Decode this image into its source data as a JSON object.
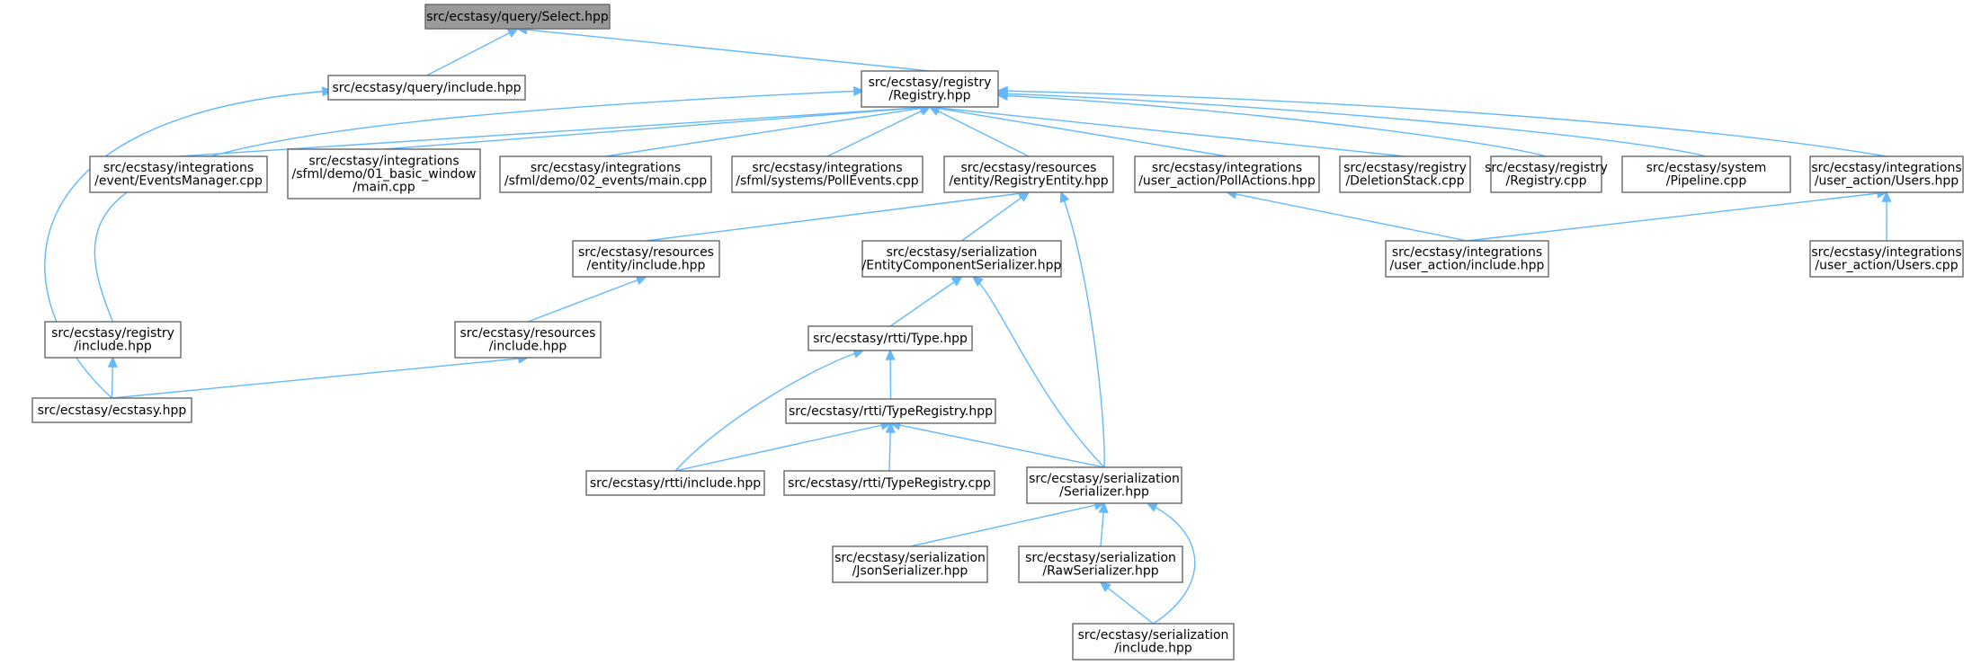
{
  "diagram": {
    "title": "",
    "colors": {
      "edge": "#63b8ff",
      "node_border": "#666666",
      "root_fill": "#999999",
      "node_fill": "#ffffff"
    },
    "nodes": [
      {
        "id": "select",
        "lines": [
          "src/ecstasy/query/Select.hpp"
        ],
        "root": true
      },
      {
        "id": "query_include",
        "lines": [
          "src/ecstasy/query/include.hpp"
        ]
      },
      {
        "id": "registry_hpp",
        "lines": [
          "src/ecstasy/registry",
          "/Registry.hpp"
        ]
      },
      {
        "id": "events_manager",
        "lines": [
          "src/ecstasy/integrations",
          "/event/EventsManager.cpp"
        ]
      },
      {
        "id": "basic_window",
        "lines": [
          "src/ecstasy/integrations",
          "/sfml/demo/01_basic_window",
          "/main.cpp"
        ]
      },
      {
        "id": "events_main",
        "lines": [
          "src/ecstasy/integrations",
          "/sfml/demo/02_events/main.cpp"
        ]
      },
      {
        "id": "poll_events",
        "lines": [
          "src/ecstasy/integrations",
          "/sfml/systems/PollEvents.cpp"
        ]
      },
      {
        "id": "registry_entity",
        "lines": [
          "src/ecstasy/resources",
          "/entity/RegistryEntity.hpp"
        ]
      },
      {
        "id": "poll_actions",
        "lines": [
          "src/ecstasy/integrations",
          "/user_action/PollActions.hpp"
        ]
      },
      {
        "id": "deletion_stack",
        "lines": [
          "src/ecstasy/registry",
          "/DeletionStack.cpp"
        ]
      },
      {
        "id": "registry_cpp",
        "lines": [
          "src/ecstasy/registry",
          "/Registry.cpp"
        ]
      },
      {
        "id": "pipeline",
        "lines": [
          "src/ecstasy/system",
          "/Pipeline.cpp"
        ]
      },
      {
        "id": "users_hpp",
        "lines": [
          "src/ecstasy/integrations",
          "/user_action/Users.hpp"
        ]
      },
      {
        "id": "entity_include",
        "lines": [
          "src/ecstasy/resources",
          "/entity/include.hpp"
        ]
      },
      {
        "id": "ecs_serializer",
        "lines": [
          "src/ecstasy/serialization",
          "/EntityComponentSerializer.hpp"
        ]
      },
      {
        "id": "user_action_include",
        "lines": [
          "src/ecstasy/integrations",
          "/user_action/include.hpp"
        ]
      },
      {
        "id": "users_cpp",
        "lines": [
          "src/ecstasy/integrations",
          "/user_action/Users.cpp"
        ]
      },
      {
        "id": "registry_include",
        "lines": [
          "src/ecstasy/registry",
          "/include.hpp"
        ]
      },
      {
        "id": "resources_include",
        "lines": [
          "src/ecstasy/resources",
          "/include.hpp"
        ]
      },
      {
        "id": "type_hpp",
        "lines": [
          "src/ecstasy/rtti/Type.hpp"
        ]
      },
      {
        "id": "ecstasy_hpp",
        "lines": [
          "src/ecstasy/ecstasy.hpp"
        ]
      },
      {
        "id": "type_registry_hpp",
        "lines": [
          "src/ecstasy/rtti/TypeRegistry.hpp"
        ]
      },
      {
        "id": "rtti_include",
        "lines": [
          "src/ecstasy/rtti/include.hpp"
        ]
      },
      {
        "id": "type_registry_cpp",
        "lines": [
          "src/ecstasy/rtti/TypeRegistry.cpp"
        ]
      },
      {
        "id": "serializer_hpp",
        "lines": [
          "src/ecstasy/serialization",
          "/Serializer.hpp"
        ]
      },
      {
        "id": "json_serializer",
        "lines": [
          "src/ecstasy/serialization",
          "/JsonSerializer.hpp"
        ]
      },
      {
        "id": "raw_serializer",
        "lines": [
          "src/ecstasy/serialization",
          "/RawSerializer.hpp"
        ]
      },
      {
        "id": "serialization_include",
        "lines": [
          "src/ecstasy/serialization",
          "/include.hpp"
        ]
      }
    ],
    "edges": [
      [
        "query_include",
        "select"
      ],
      [
        "registry_hpp",
        "select"
      ],
      [
        "ecstasy_hpp",
        "query_include"
      ],
      [
        "events_manager",
        "registry_hpp"
      ],
      [
        "basic_window",
        "registry_hpp"
      ],
      [
        "events_main",
        "registry_hpp"
      ],
      [
        "poll_events",
        "registry_hpp"
      ],
      [
        "registry_entity",
        "registry_hpp"
      ],
      [
        "poll_actions",
        "registry_hpp"
      ],
      [
        "deletion_stack",
        "registry_hpp"
      ],
      [
        "registry_cpp",
        "registry_hpp"
      ],
      [
        "pipeline",
        "registry_hpp"
      ],
      [
        "users_hpp",
        "registry_hpp"
      ],
      [
        "registry_include",
        "registry_hpp"
      ],
      [
        "entity_include",
        "registry_entity"
      ],
      [
        "ecs_serializer",
        "registry_entity"
      ],
      [
        "serializer_hpp",
        "registry_entity"
      ],
      [
        "user_action_include",
        "poll_actions"
      ],
      [
        "user_action_include",
        "users_hpp"
      ],
      [
        "users_cpp",
        "users_hpp"
      ],
      [
        "resources_include",
        "entity_include"
      ],
      [
        "type_hpp",
        "ecs_serializer"
      ],
      [
        "serializer_hpp",
        "ecs_serializer"
      ],
      [
        "ecstasy_hpp",
        "registry_include"
      ],
      [
        "ecstasy_hpp",
        "resources_include"
      ],
      [
        "type_registry_hpp",
        "type_hpp"
      ],
      [
        "rtti_include",
        "type_hpp"
      ],
      [
        "rtti_include",
        "type_registry_hpp"
      ],
      [
        "type_registry_cpp",
        "type_registry_hpp"
      ],
      [
        "serializer_hpp",
        "type_registry_hpp"
      ],
      [
        "json_serializer",
        "serializer_hpp"
      ],
      [
        "raw_serializer",
        "serializer_hpp"
      ],
      [
        "serialization_include",
        "serializer_hpp"
      ],
      [
        "serialization_include",
        "raw_serializer"
      ]
    ]
  }
}
